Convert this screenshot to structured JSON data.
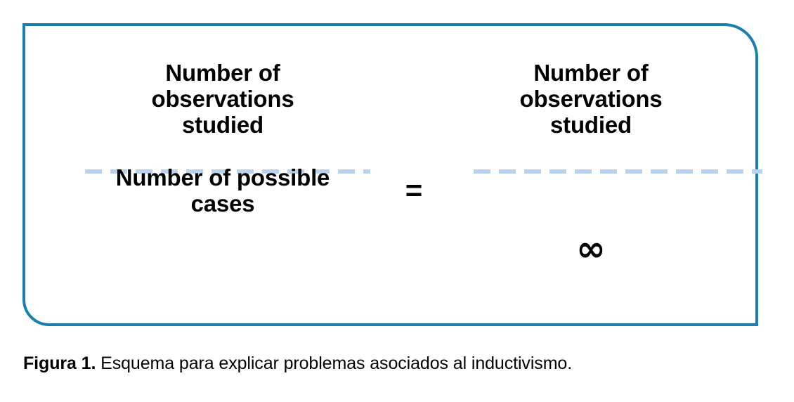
{
  "figure": {
    "frame": {
      "border_color": "#1a7fb0",
      "background_color": "#ffffff"
    },
    "equation": {
      "operator": "=",
      "left_fraction": {
        "numerator": "Number of\nobservations\nstudied",
        "denominator": "Number of possible\ncases",
        "bar_style": "dashed",
        "bar_color": "#b9d2ef"
      },
      "right_fraction": {
        "numerator": "Number of\nobservations\nstudied",
        "denominator": "∞",
        "bar_style": "dashed",
        "bar_color": "#b9d2ef"
      }
    },
    "caption": {
      "label": "Figura 1.",
      "text": " Esquema para explicar problemas asociados al inductivismo."
    }
  }
}
